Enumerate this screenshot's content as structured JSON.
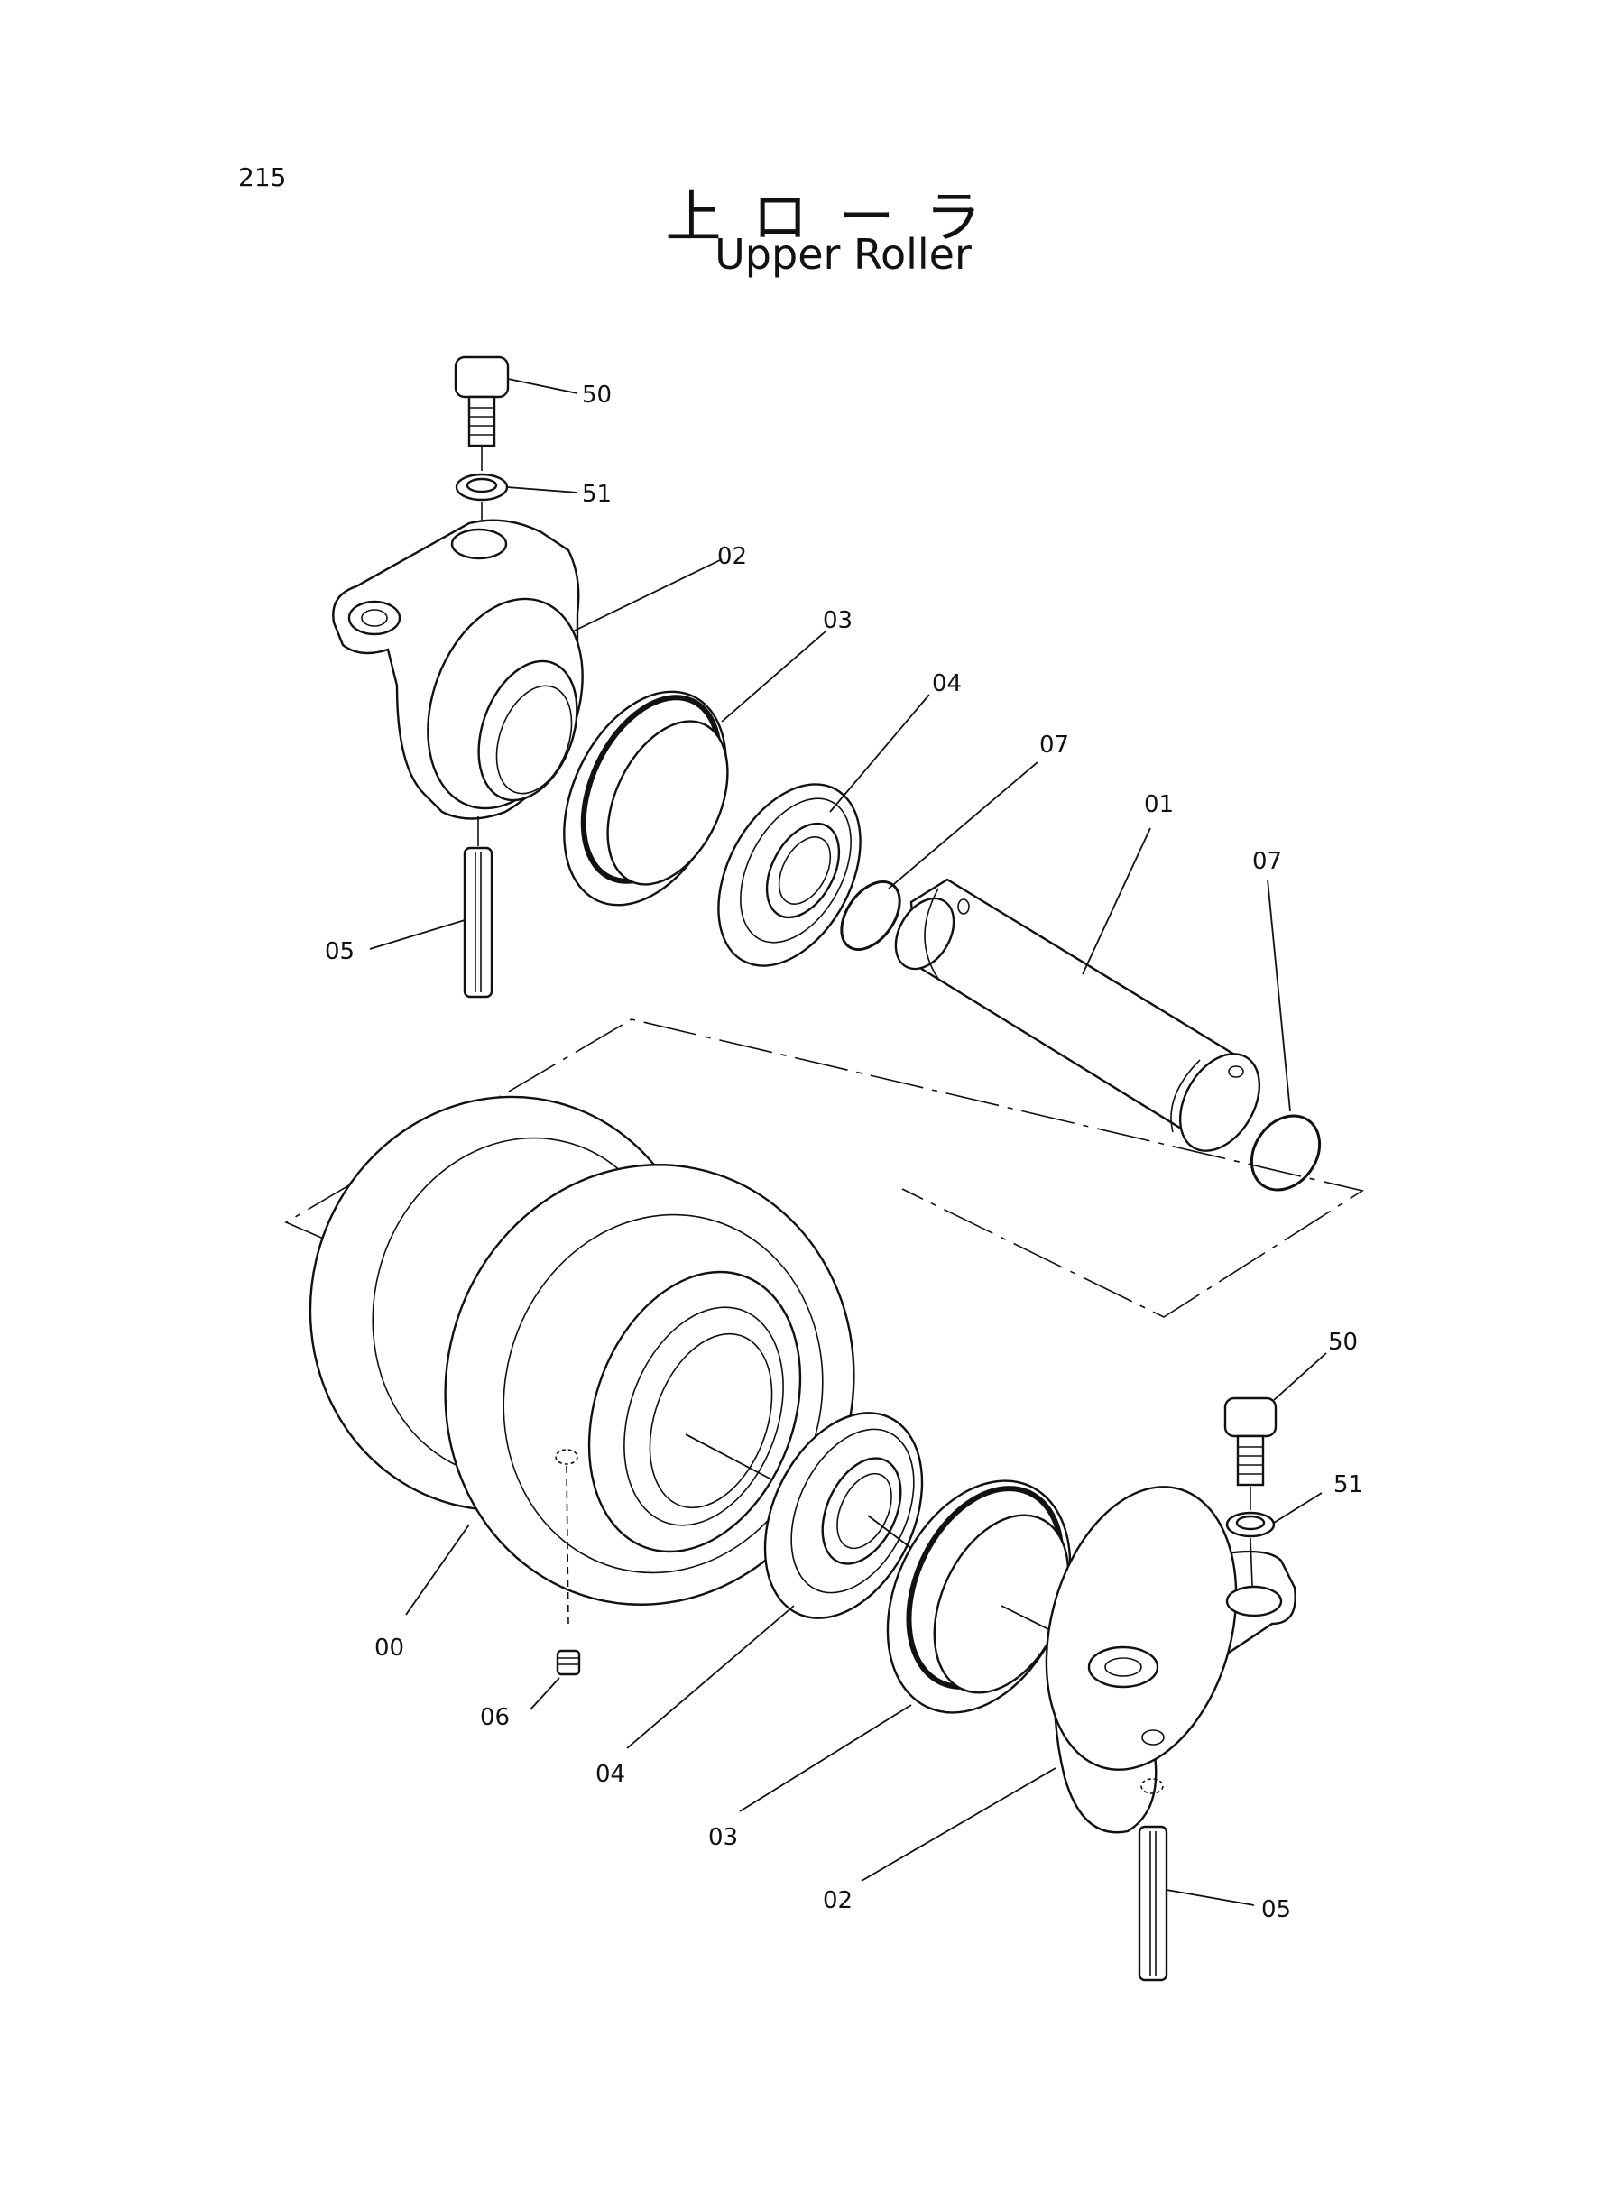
{
  "page_number": "215",
  "title_jp": "上ローラ",
  "title_en": "Upper Roller",
  "callouts": {
    "bolt_top": "50",
    "washer_top": "51",
    "bracket_top": "02",
    "seal_top": "03",
    "bearing_top": "04",
    "oring_left": "07",
    "shaft": "01",
    "oring_right": "07",
    "pin_top": "05",
    "bolt_bottom": "50",
    "washer_bottom": "51",
    "roller": "00",
    "plug": "06",
    "bearing_bottom": "04",
    "seal_bottom": "03",
    "bracket_bottom": "02",
    "pin_bottom": "05"
  }
}
